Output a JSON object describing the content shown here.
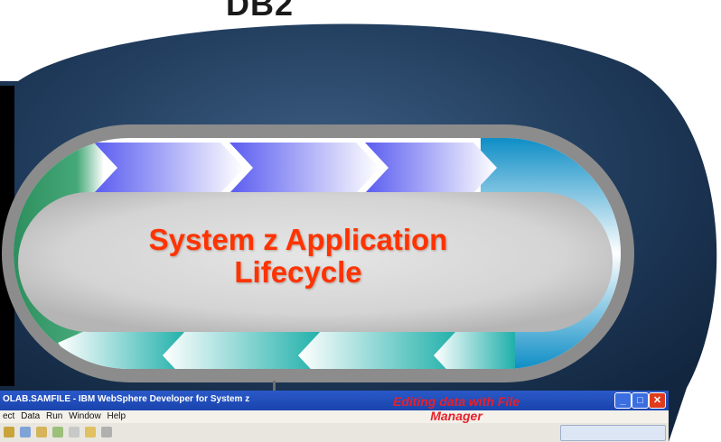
{
  "diagram": {
    "top_title_fragment": "DB2",
    "center_title": {
      "line1": "System z Application",
      "line2": "Lifecycle"
    }
  },
  "screenshot": {
    "window_title": "OLAB.SAMFILE - IBM WebSphere Developer for System z",
    "menu_text": "ect  Data  Run  Window  Help",
    "callout": {
      "line1": "Editing data with File",
      "line2": "Manager"
    },
    "buttons": {
      "minimize": "_",
      "maximize": "□",
      "close": "✕"
    }
  },
  "colors": {
    "navy_blob": "#1d3557",
    "ring_gray": "#8c8c8c",
    "chevron_blue": "#6b6cf0",
    "chevron_green": "#3a9a6a",
    "chevron_cyan": "#1a96c8",
    "chevron_teal": "#2ab5b0",
    "title_red": "#ff3300"
  }
}
